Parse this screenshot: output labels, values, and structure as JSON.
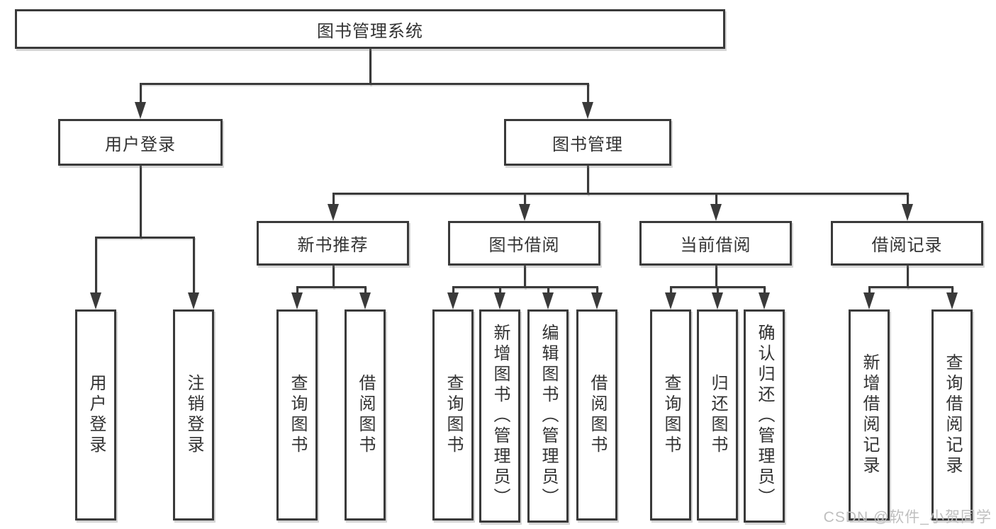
{
  "diagram": {
    "title": "图书管理系统",
    "type": "hierarchy-tree",
    "nodes": {
      "root": "图书管理系统",
      "level2": [
        "用户登录",
        "图书管理"
      ],
      "level3": [
        "新书推荐",
        "图书借阅",
        "当前借阅",
        "借阅记录"
      ],
      "login_children": [
        "用户登录",
        "注销登录"
      ],
      "recommend_children": [
        "查询图书",
        "借阅图书"
      ],
      "borrow_children": [
        "查询图书",
        "新增图书（管理员）",
        "编辑图书（管理员）",
        "借阅图书"
      ],
      "current_children": [
        "查询图书",
        "归还图书",
        "确认归还（管理员）"
      ],
      "records_children": [
        "新增借阅记录",
        "查询借阅记录"
      ]
    },
    "colors": {
      "line": "#3a3a3a",
      "text": "#333333",
      "background": "#ffffff",
      "watermark": "#bfbfbf"
    }
  },
  "watermark": "CSDN @软件_小贺同学"
}
